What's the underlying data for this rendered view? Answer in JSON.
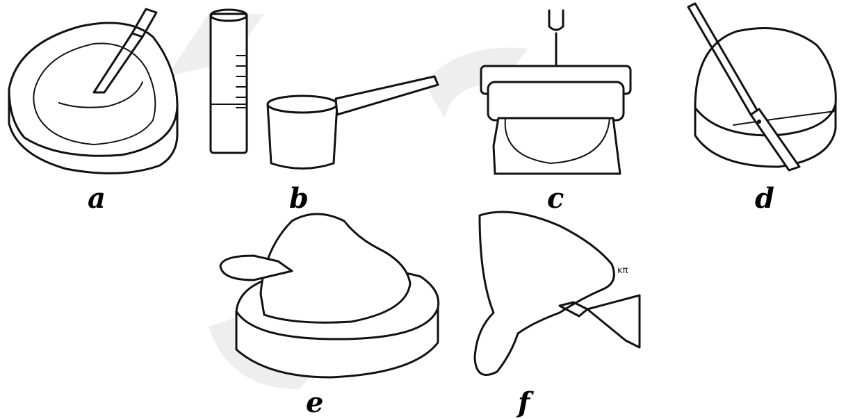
{
  "figure": {
    "panels": [
      {
        "id": "a",
        "label": "a",
        "icon": "plaster-model-with-brush"
      },
      {
        "id": "b",
        "label": "b",
        "icon": "measuring-cylinder-and-scoop"
      },
      {
        "id": "c",
        "label": "c",
        "icon": "vacuum-forming-press"
      },
      {
        "id": "d",
        "label": "d",
        "icon": "trimming-with-knife"
      },
      {
        "id": "e",
        "label": "e",
        "icon": "baseplate-with-spatula"
      },
      {
        "id": "f",
        "label": "f",
        "icon": "trimming-with-bur"
      }
    ],
    "annotation_f": "ĸπ",
    "colors": {
      "ink": "#111111",
      "background": "#ffffff",
      "watermark": "#dddddd"
    }
  }
}
